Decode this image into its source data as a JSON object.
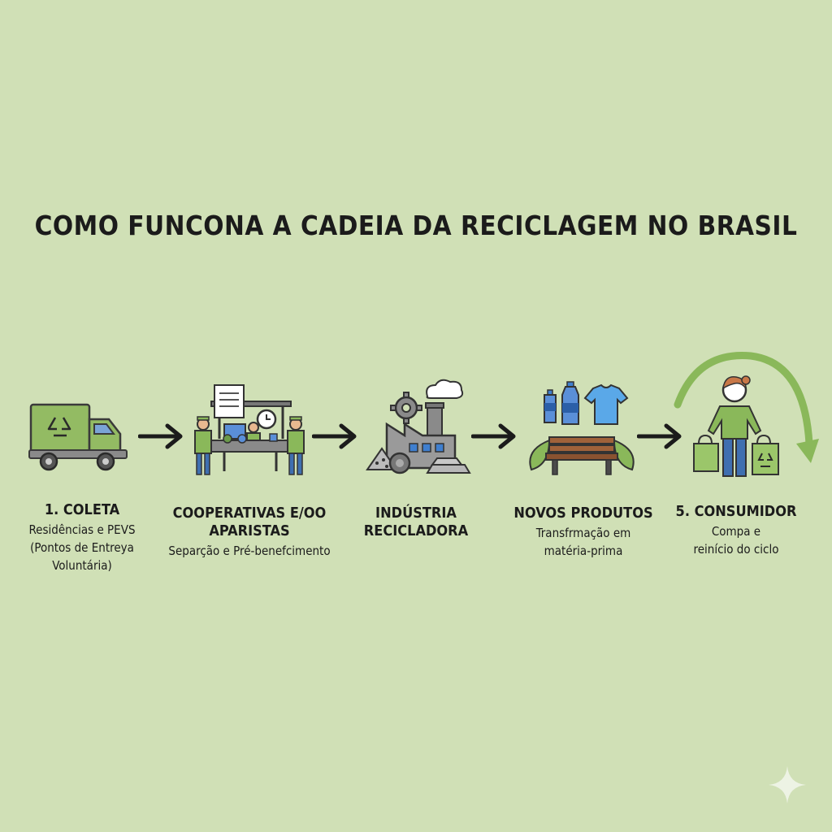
{
  "title": "COMO FUNCONA  A CADEIA DA RECICLAGEM NO BRASIL",
  "steps": [
    {
      "title": "1. COLETA",
      "desc": "Residências e PEVS\n(Pontos de Entreya\nVoluntária)",
      "icon": "recycling-truck-icon"
    },
    {
      "title": "COOPERATIVAS E/OO\nAPARISTAS",
      "desc": "Separção e Pré-benefcimento",
      "icon": "sorting-workers-icon"
    },
    {
      "title": "INDÚSTRIA\nRECICLADORA",
      "desc": "",
      "icon": "factory-icon"
    },
    {
      "title": "NOVOS PRODUTOS",
      "desc": "Transfrmação em\nmatéria-prima",
      "icon": "new-products-icon"
    },
    {
      "title": "5. CONSUMIDOR",
      "desc": "Compa e\nreinício do ciclo",
      "icon": "consumer-icon"
    }
  ],
  "colors": {
    "background": "#d0e0b6",
    "green": "#8ab85a",
    "blue": "#3f7fcf",
    "text": "#1b1b1b"
  }
}
